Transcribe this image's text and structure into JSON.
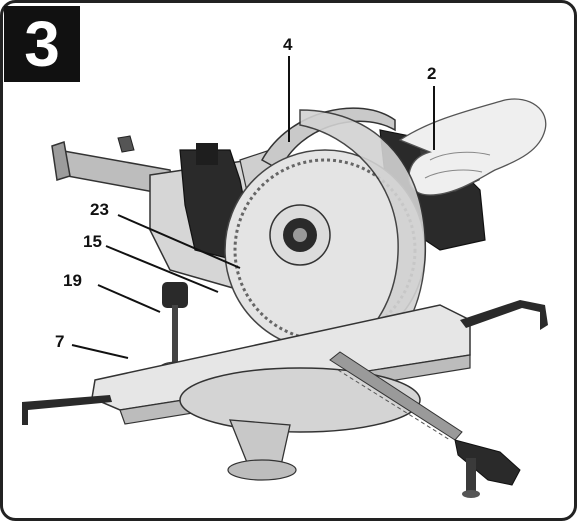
{
  "figure": {
    "step_number": "3",
    "callouts": [
      {
        "id": "c4",
        "label": "4"
      },
      {
        "id": "c2",
        "label": "2"
      },
      {
        "id": "c23",
        "label": "23"
      },
      {
        "id": "c15",
        "label": "15"
      },
      {
        "id": "c19",
        "label": "19"
      },
      {
        "id": "c7",
        "label": "7"
      }
    ],
    "colors": {
      "frame": "#222222",
      "badge": "#111111",
      "metal_light": "#d9d9d9",
      "metal_mid": "#b5b5b5",
      "dark_part": "#2a2a2a",
      "blade_guard": "#c9c9c9"
    }
  }
}
